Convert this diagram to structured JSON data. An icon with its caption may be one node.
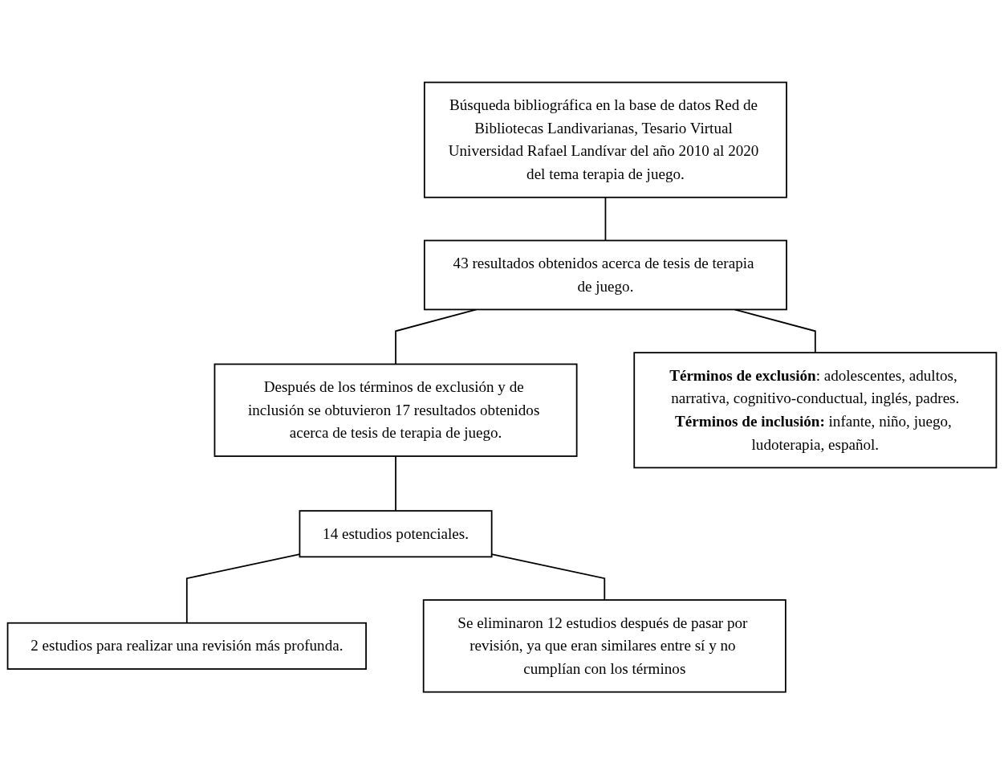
{
  "diagram": {
    "nodes": [
      {
        "text": [
          "Búsqueda bibliográfica en la base de datos Red de Bibliotecas Landivarianas, Tesario Virtual Universidad Rafael Landívar del año 2010 al 2020 del tema terapia de juego."
        ]
      },
      {
        "text": [
          "43 resultados obtenidos acerca de tesis de terapia de juego."
        ]
      },
      {
        "text": [
          "Después de los términos de exclusión y de inclusión se obtuvieron 17 resultados obtenidos acerca de tesis de terapia de juego."
        ]
      },
      {
        "text": [
          "**Términos de exclusión**: adolescentes, adultos, narrativa, cognitivo-conductual, inglés, padres.",
          "**Términos de inclusión:** infante, niño, juego, ludoterapia, español."
        ]
      },
      {
        "text": [
          "14 estudios potenciales."
        ]
      },
      {
        "text": [
          "Se eliminaron 12 estudios después de pasar por revisión, ya que eran similares entre sí y no cumplían con los términos"
        ]
      },
      {
        "text": [
          "2 estudios para realizar una revisión más profunda."
        ]
      }
    ],
    "edges": [
      {
        "from": 0,
        "to": 1,
        "arrow": "none"
      },
      {
        "from": 1,
        "to": 2,
        "arrow": "none"
      },
      {
        "from": 1,
        "to": 3,
        "arrow": "none"
      },
      {
        "from": 2,
        "to": 4,
        "arrow": "none"
      },
      {
        "from": 4,
        "to": 6,
        "arrow": "none"
      },
      {
        "from": 4,
        "to": 5,
        "arrow": "none"
      }
    ]
  }
}
